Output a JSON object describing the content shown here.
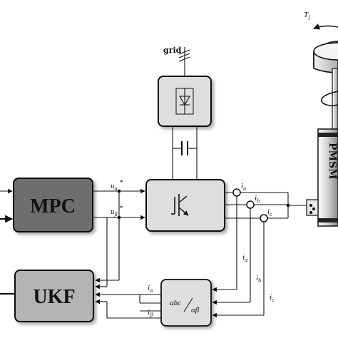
{
  "blocks": {
    "mpc": {
      "label": "MPC",
      "fill": "#6e6e6e"
    },
    "ukf": {
      "label": "UKF",
      "fill": "#b3b3b3"
    },
    "rectifier": {
      "fill": "#dedede"
    },
    "inverter": {
      "fill": "#dedede"
    },
    "transform": {
      "label_top": "abc",
      "label_bottom": "αβ",
      "fill": "#dedede"
    }
  },
  "labels": {
    "grid": "grid",
    "torque_symbol": "T",
    "torque_sub": "l",
    "u_alpha": "u",
    "u_alpha_sub": "α",
    "u_alpha_star": "*",
    "u_beta": "u",
    "u_beta_sub": "β",
    "u_beta_star": "*",
    "i_a": "i",
    "i_a_sub": "a",
    "i_b": "i",
    "i_b_sub": "b",
    "i_c": "i",
    "i_c_sub": "c",
    "i_a2": "i",
    "i_a2_sub": "a",
    "i_b2": "i",
    "i_b2_sub": "b",
    "i_c2": "i",
    "i_c2_sub": "c",
    "i_alpha": "i",
    "i_alpha_sub": "α",
    "i_beta": "i",
    "i_beta_sub": "β",
    "motor": "PMSM"
  },
  "icons": [
    "diode-icon",
    "igbt-icon",
    "capacitor-icon",
    "current-sensor-icon",
    "torque-arrow-icon"
  ]
}
